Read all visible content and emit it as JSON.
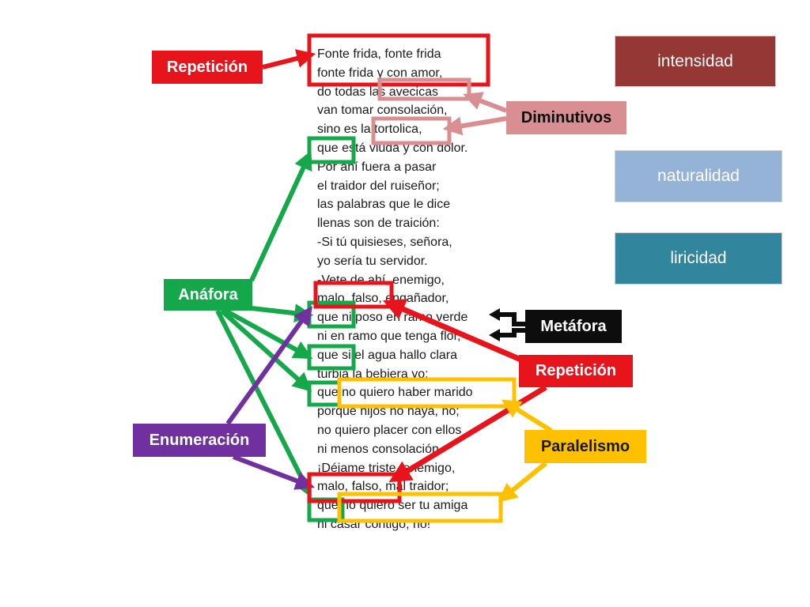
{
  "colors": {
    "repeticion": "#e8141c",
    "diminutivos": "#d98f92",
    "anafora": "#14a84a",
    "enumeracion": "#7030a0",
    "metafora": "#0d0d0d",
    "paralelismo": "#ffc000",
    "intensidad": "#953735",
    "naturalidad": "#95b3d7",
    "liricidad": "#31859c"
  },
  "poem_lines": [
    "Fonte frida, fonte frida",
    "fonte frida y con amor,",
    "do todas las avecicas",
    "van tomar consolación,",
    "sino es la tortolica,",
    "que está viuda y con dolor.",
    "Por ahí fuera a pasar",
    "el traidor del ruiseñor;",
    "las palabras que le dice",
    "llenas son de traición:",
    "-Si tú quisieses, señora,",
    "yo sería tu servidor.",
    "-Vete de ahí, enemigo,",
    "malo, falso, engañador,",
    "que ni poso en ramo verde",
    "ni en ramo que tenga flor,",
    "que si el agua hallo clara",
    "turbia la bebiera yo;",
    "que no quiero haber marido",
    "porque hijos no haya, no;",
    "no quiero placer con ellos",
    "ni menos consolación.",
    "¡Déjame triste, enemigo,",
    "malo, falso, mal traidor;",
    "que no quiero ser tu amiga",
    "ni casar contigo, no!"
  ],
  "labels": {
    "repeticion_top": "Repetición",
    "diminutivos": "Diminutivos",
    "anafora": "Anáfora",
    "metafora": "Metáfora",
    "repeticion_mid": "Repetición",
    "enumeracion": "Enumeración",
    "paralelismo": "Paralelismo"
  },
  "themes": {
    "intensidad": "intensidad",
    "naturalidad": "naturalidad",
    "liricidad": "liricidad"
  }
}
